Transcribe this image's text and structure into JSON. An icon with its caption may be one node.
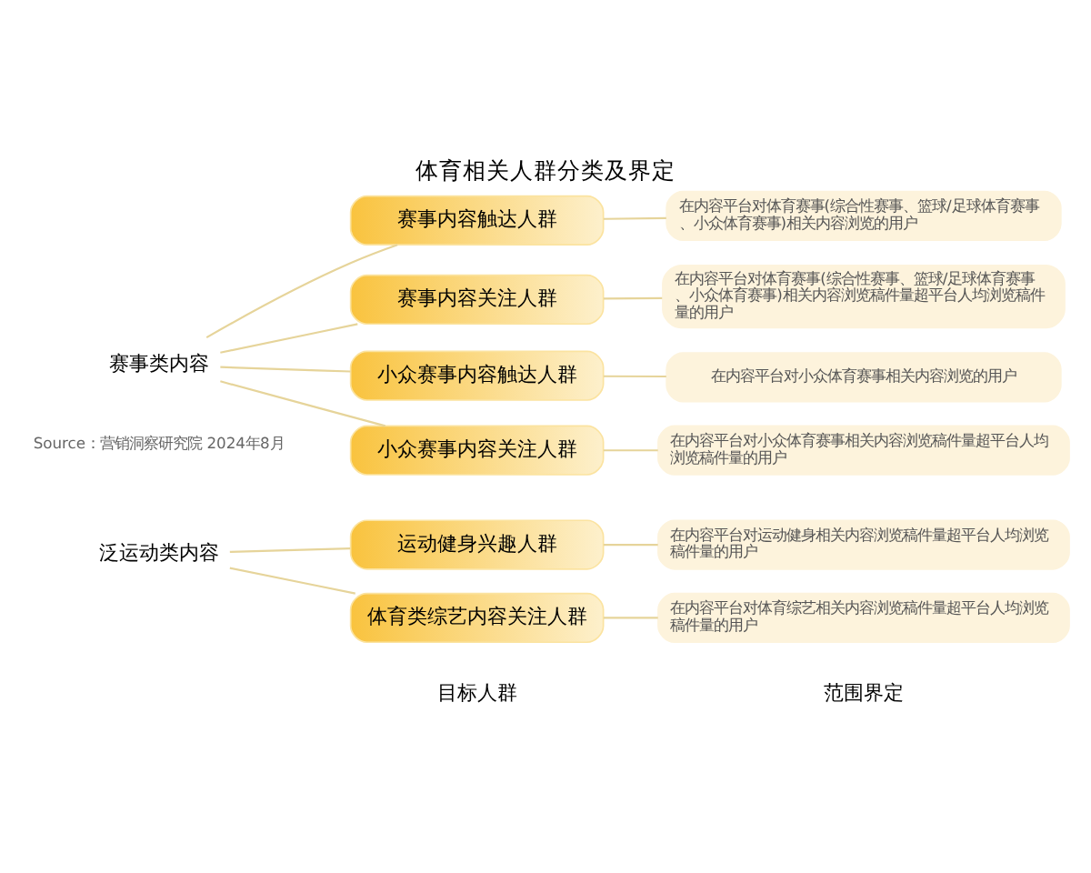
{
  "diagram": {
    "title": "体育相关人群分类及界定",
    "nodes": [
      {
        "text": [
          "泛运动类内容"
        ]
      },
      {
        "text": [
          "运动健身兴趣人群"
        ]
      },
      {
        "text": [
          "在内容平台对运动健身相关内容浏览稿件量超平台人均浏览稿件量的用户"
        ]
      },
      {
        "text": [
          "体育类综艺内容关注人群"
        ]
      },
      {
        "text": [
          "在内容平台对体育综艺相关内容浏览稿件量超平台人均浏览稿件量的用户"
        ]
      },
      {
        "text": [
          "赛事类内容"
        ]
      },
      {
        "text": [
          "赛事内容触达人群"
        ]
      },
      {
        "text": [
          "在内容平台对体育赛事(综合性赛事、篮球/足球体育赛事、小众体育赛事)相关内容浏览的用户"
        ]
      },
      {
        "text": [
          "赛事内容关注人群"
        ]
      },
      {
        "text": [
          "在内容平台对体育赛事(综合性赛事、篮球/足球体育赛事、小众体育赛事)相关内容浏览稿件量超平台人均浏览稿件量的用户"
        ]
      },
      {
        "text": [
          "小众赛事内容触达人群"
        ]
      },
      {
        "text": [
          "在内容平台对小众体育赛事相关内容浏览的用户"
        ]
      },
      {
        "text": [
          "小众赛事内容关注人群"
        ]
      },
      {
        "text": [
          "在内容平台对小众体育赛事相关内容浏览稿件量超平台人均浏览稿件量的用户"
        ]
      }
    ],
    "edges": [
      {
        "from": 0,
        "to": 1,
        "arrow": "none"
      },
      {
        "from": 0,
        "to": 3,
        "arrow": "none"
      },
      {
        "from": 1,
        "to": 2,
        "arrow": "none"
      },
      {
        "from": 3,
        "to": 4,
        "arrow": "none"
      },
      {
        "from": 5,
        "to": 6,
        "arrow": "none"
      },
      {
        "from": 5,
        "to": 8,
        "arrow": "none"
      },
      {
        "from": 5,
        "to": 10,
        "arrow": "none"
      },
      {
        "from": 5,
        "to": 12,
        "arrow": "none"
      },
      {
        "from": 6,
        "to": 7,
        "arrow": "none"
      },
      {
        "from": 8,
        "to": 9,
        "arrow": "none"
      },
      {
        "from": 10,
        "to": 11,
        "arrow": "none"
      },
      {
        "from": 12,
        "to": 13,
        "arrow": "none"
      }
    ],
    "labels": [
      "目标人群",
      "范围界定",
      "Source：营销洞察研究院 2024年8月"
    ]
  }
}
